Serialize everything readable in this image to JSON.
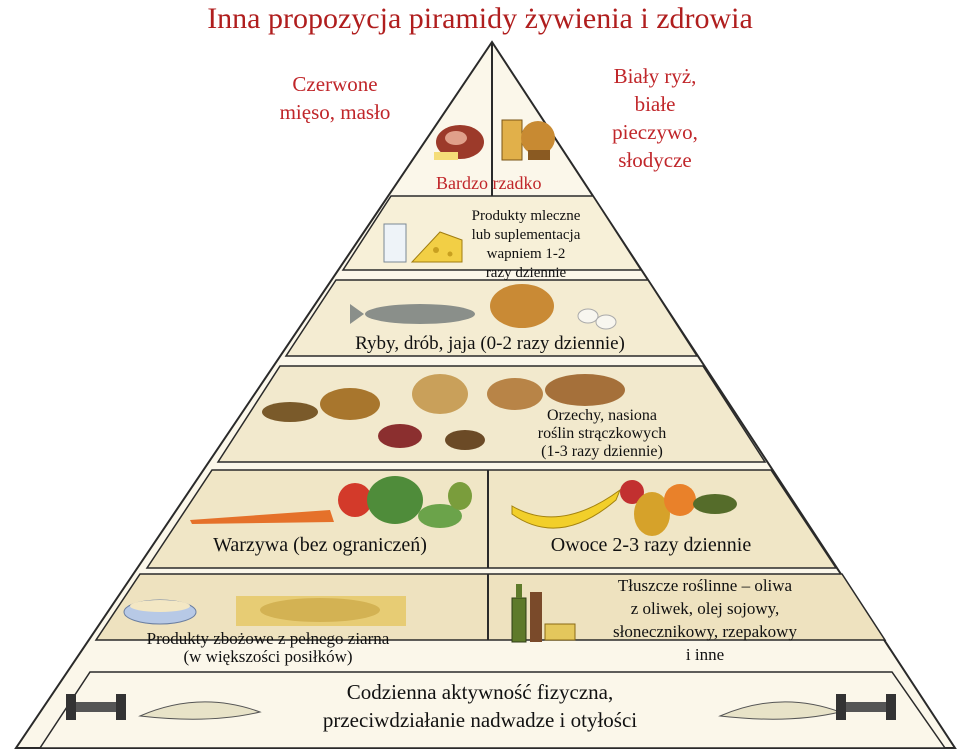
{
  "title": "Inna propozycja piramidy żywienia i zdrowia",
  "colors": {
    "title": "#b01e1e",
    "red_text": "#c0262a",
    "outline": "#2a2a2a"
  },
  "top": {
    "left_label": [
      "Czerwone",
      "mięso, masło"
    ],
    "right_label": [
      "Biały ryż,",
      "białe",
      "pieczywo,",
      "słodycze"
    ],
    "frequency": "Bardzo rzadko"
  },
  "dairy": [
    "Produkty mleczne",
    "lub suplementacja",
    "wapniem 1-2",
    "razy dziennie"
  ],
  "protein": "Ryby, drób, jaja (0-2 razy dziennie)",
  "nuts": [
    "Orzechy, nasiona",
    "roślin strączkowych",
    "(1-3 razy dziennie)"
  ],
  "vegetables": "Warzywa (bez ograniczeń)",
  "fruit": "Owoce 2-3 razy dziennie",
  "grains": [
    "Produkty zbożowe z pełnego ziarna",
    "(w większości posiłków)"
  ],
  "oils": [
    "Tłuszcze roślinne – oliwa",
    "z oliwek, olej sojowy,",
    "słonecznikowy, rzepakowy",
    "i inne"
  ],
  "activity": [
    "Codzienna aktywność fizyczna,",
    "przeciwdziałanie nadwadze i otyłości"
  ]
}
